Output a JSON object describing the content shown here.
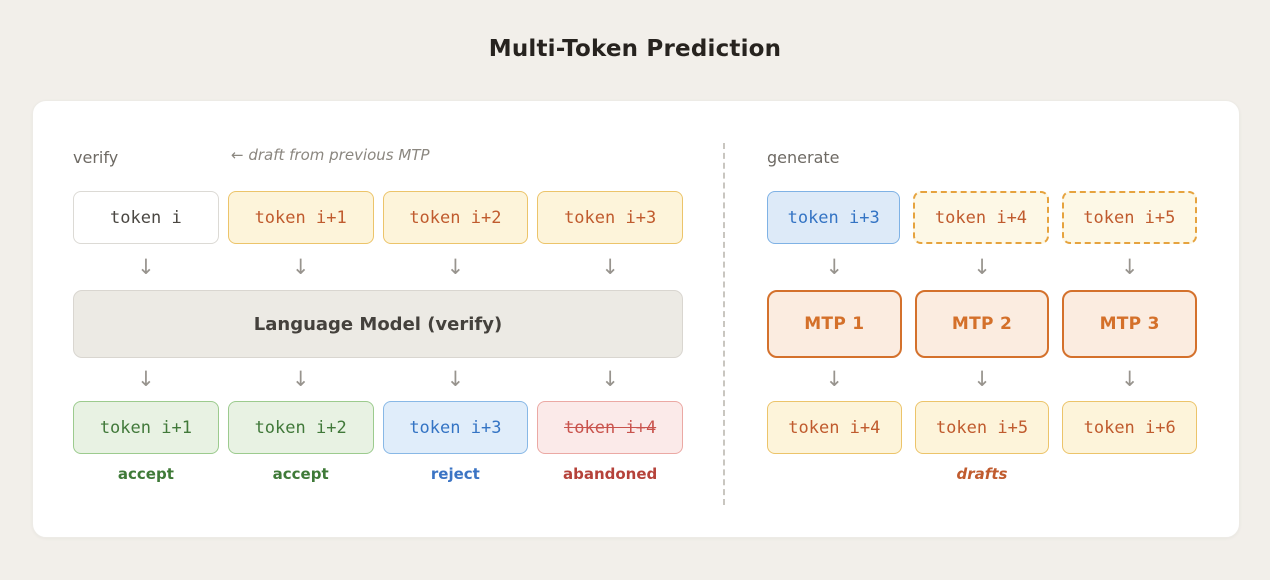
{
  "title": "Multi-Token Prediction",
  "arrow_glyph": "↓",
  "verify": {
    "label": "verify",
    "annotation": "← draft from previous MTP",
    "input_tokens": [
      {
        "label": "token i"
      },
      {
        "label": "token i+1"
      },
      {
        "label": "token i+2"
      },
      {
        "label": "token i+3"
      }
    ],
    "model_label": "Language Model (verify)",
    "output_tokens": [
      {
        "label": "token i+1",
        "status": "accept"
      },
      {
        "label": "token i+2",
        "status": "accept"
      },
      {
        "label": "token i+3",
        "status": "reject"
      },
      {
        "label": "token i+4",
        "status": "abandoned"
      }
    ]
  },
  "generate": {
    "label": "generate",
    "input_tokens": [
      {
        "label": "token i+3"
      },
      {
        "label": "token i+4"
      },
      {
        "label": "token i+5"
      }
    ],
    "modules": [
      {
        "label": "MTP 1"
      },
      {
        "label": "MTP 2"
      },
      {
        "label": "MTP 3"
      }
    ],
    "output_tokens": [
      {
        "label": "token i+4"
      },
      {
        "label": "token i+5"
      },
      {
        "label": "token i+6"
      }
    ],
    "drafts_label": "drafts"
  },
  "colors": {
    "page_background": "#f2efea",
    "card_background": "#ffffff",
    "draft_yellow_bg": "#fdf4da",
    "draft_yellow_border": "#ecc46a",
    "draft_text": "#c05b2e",
    "accept_green": "#3f7a38",
    "reject_blue": "#3474c4",
    "abandoned_red": "#c9534d",
    "mtp_orange": "#d4712c",
    "model_gray_bg": "#eceae4",
    "arrow_gray": "#98948e"
  }
}
